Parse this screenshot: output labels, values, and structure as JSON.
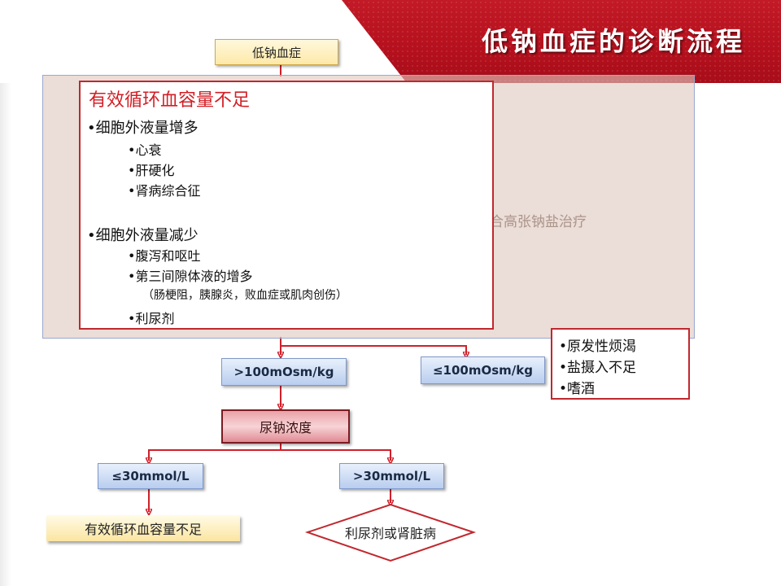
{
  "header": {
    "title": "低钠血症的诊断流程"
  },
  "root": {
    "label": "低钠血症"
  },
  "overlay": {
    "partial_text": "合高张钠盐治疗"
  },
  "info_panel": {
    "heading": "有效循环血容量不足",
    "groups": [
      {
        "label": "•细胞外液量增多",
        "items": [
          "•心衰",
          "•肝硬化",
          "•肾病综合征"
        ]
      },
      {
        "label": "•细胞外液量减少",
        "items": [
          "•腹泻和呕吐",
          "•第三间隙体液的增多"
        ],
        "note": "（肠梗阻，胰腺炎，败血症或肌肉创伤）",
        "last_item": "•利尿剂"
      }
    ]
  },
  "flow": {
    "osm_high": ">100mOsm/kg",
    "osm_low": "≤100mOsm/kg",
    "urine_sodium": "尿钠浓度",
    "na_low": "≤30mmol/L",
    "na_high": ">30mmol/L",
    "result_low": "有效循环血容量不足",
    "result_high": "利尿剂或肾脏病"
  },
  "side_panel": {
    "items": [
      "•原发性烦渴",
      "•盐摄入不足",
      "•嗜酒"
    ]
  },
  "colors": {
    "banner_red": "#b5101d",
    "accent_red": "#c0282e",
    "arrow_red": "#d0202a",
    "node_blue": "#b9cdef",
    "overlay_tint": "#dec8be"
  }
}
